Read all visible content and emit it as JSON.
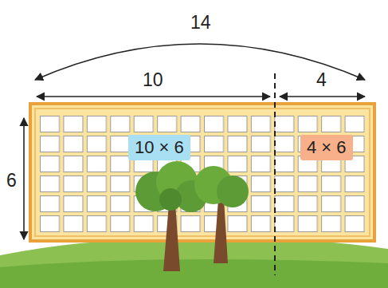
{
  "diagram": {
    "nodes": [
      {
        "text": [
          "10 × 6"
        ]
      },
      {
        "text": [
          "4 × 6"
        ]
      }
    ],
    "labels": [
      "14",
      "10",
      "4",
      "6"
    ]
  }
}
